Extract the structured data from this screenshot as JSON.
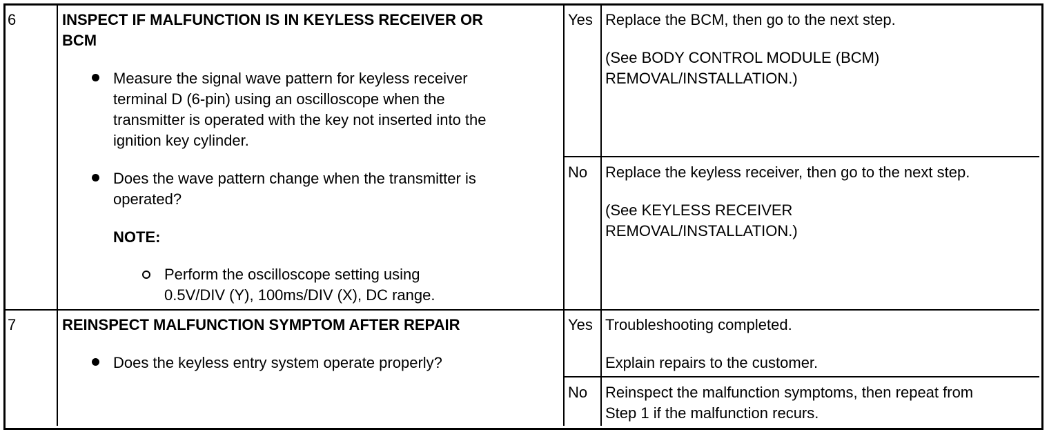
{
  "rows": [
    {
      "step": "6",
      "title_line1": "INSPECT IF MALFUNCTION IS IN KEYLESS RECEIVER OR",
      "title_line2": "BCM",
      "bullet1": [
        "Measure the signal wave pattern for keyless receiver",
        "terminal D (6-pin) using an oscilloscope when the",
        "transmitter is operated with the key not inserted into the",
        "ignition key cylinder."
      ],
      "bullet2": [
        "Does the wave pattern change when the transmitter is",
        "operated?"
      ],
      "note_label": "NOTE:",
      "sub_bullet": [
        "Perform the oscilloscope setting using",
        "0.5V/DIV (Y), 100ms/DIV (X), DC range."
      ],
      "yes_label": "Yes",
      "yes_action": "Replace the BCM, then go to the next step.",
      "yes_ref": [
        "(See BODY CONTROL MODULE (BCM)",
        "REMOVAL/INSTALLATION.)"
      ],
      "no_label": "No",
      "no_action": "Replace the keyless receiver, then go to the next step.",
      "no_ref": [
        "(See KEYLESS RECEIVER",
        "REMOVAL/INSTALLATION.)"
      ]
    },
    {
      "step": "7",
      "title": "REINSPECT MALFUNCTION SYMPTOM AFTER REPAIR",
      "bullet1": "Does the keyless entry system operate properly?",
      "yes_label": "Yes",
      "yes_action": "Troubleshooting completed.",
      "yes_note": "Explain repairs to the customer.",
      "no_label": "No",
      "no_action": [
        "Reinspect the malfunction symptoms, then repeat from",
        "Step 1 if the malfunction recurs."
      ]
    }
  ]
}
